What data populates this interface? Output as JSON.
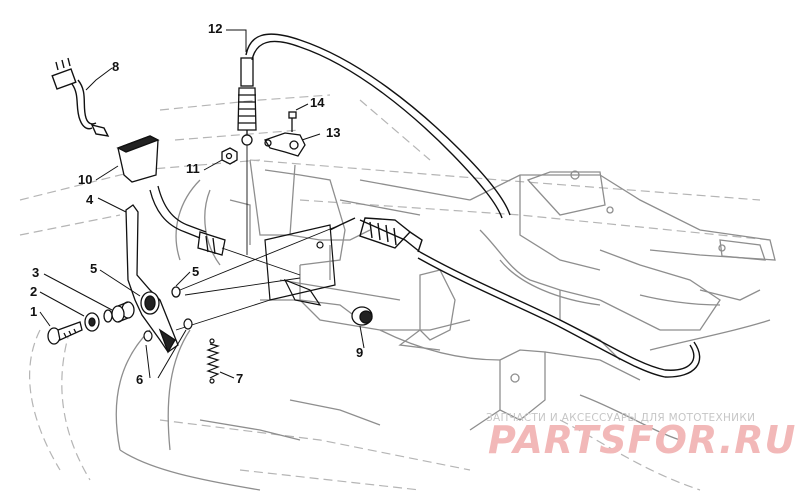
{
  "diagram": {
    "callouts": {
      "c1": "1",
      "c2": "2",
      "c3": "3",
      "c4": "4",
      "c5a": "5",
      "c5b": "5",
      "c6": "6",
      "c7": "7",
      "c8": "8",
      "c9": "9",
      "c10": "10",
      "c11": "11",
      "c12": "12",
      "c13": "13",
      "c14": "14"
    },
    "colors": {
      "ink": "#111111",
      "frame": "#9a9a9a",
      "frame_dash": "#b8b8b8"
    }
  },
  "watermark": {
    "caption": "ЗАПЧАСТИ И АКСЕССУАРЫ ДЛЯ МОТОТЕХНИКИ",
    "logo": "PARTSFOR.RU",
    "logo_color": "#f2b8b8"
  }
}
